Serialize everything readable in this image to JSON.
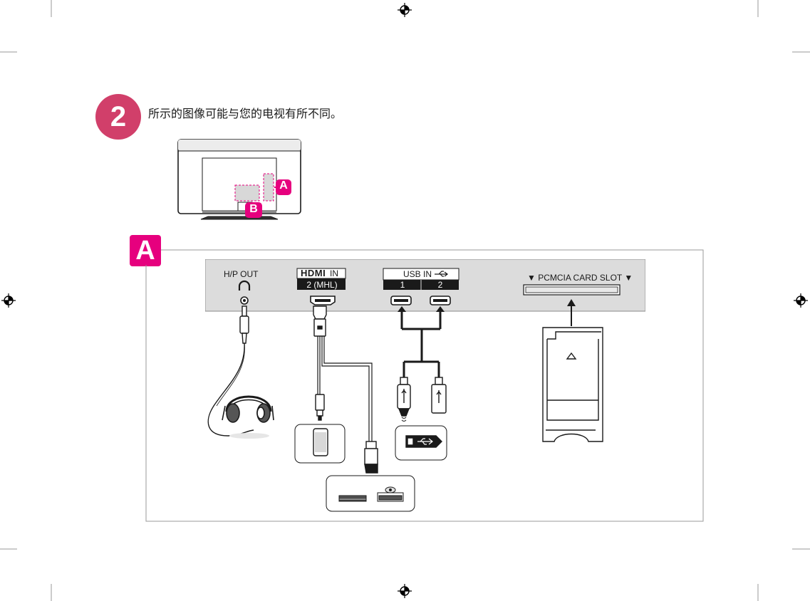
{
  "colors": {
    "accent": "#d13f6a",
    "magenta": "#e6007e",
    "panel": "#dcdcdc",
    "line": "#1a1a1a"
  },
  "step": {
    "number": "2",
    "text": "所示的图像可能与您的电视有所不同。"
  },
  "overview": {
    "label_a": "A",
    "label_b": "B"
  },
  "section": {
    "label": "A"
  },
  "ports": {
    "hp_out": "H/P OUT",
    "hdmi_logo": "HDMI",
    "hdmi_in": "IN",
    "hdmi_sub": "2 (MHL)",
    "usb_in": "USB IN",
    "usb_1": "1",
    "usb_2": "2",
    "pcmcia": "▼ PCMCIA CARD SLOT ▼"
  },
  "icons": [
    "registration-mark-icon",
    "headphones-icon",
    "smartphone-icon",
    "usb-drive-icon",
    "dvd-player-icon",
    "ci-card-icon",
    "headphone-symbol-icon",
    "usb-symbol-icon"
  ]
}
